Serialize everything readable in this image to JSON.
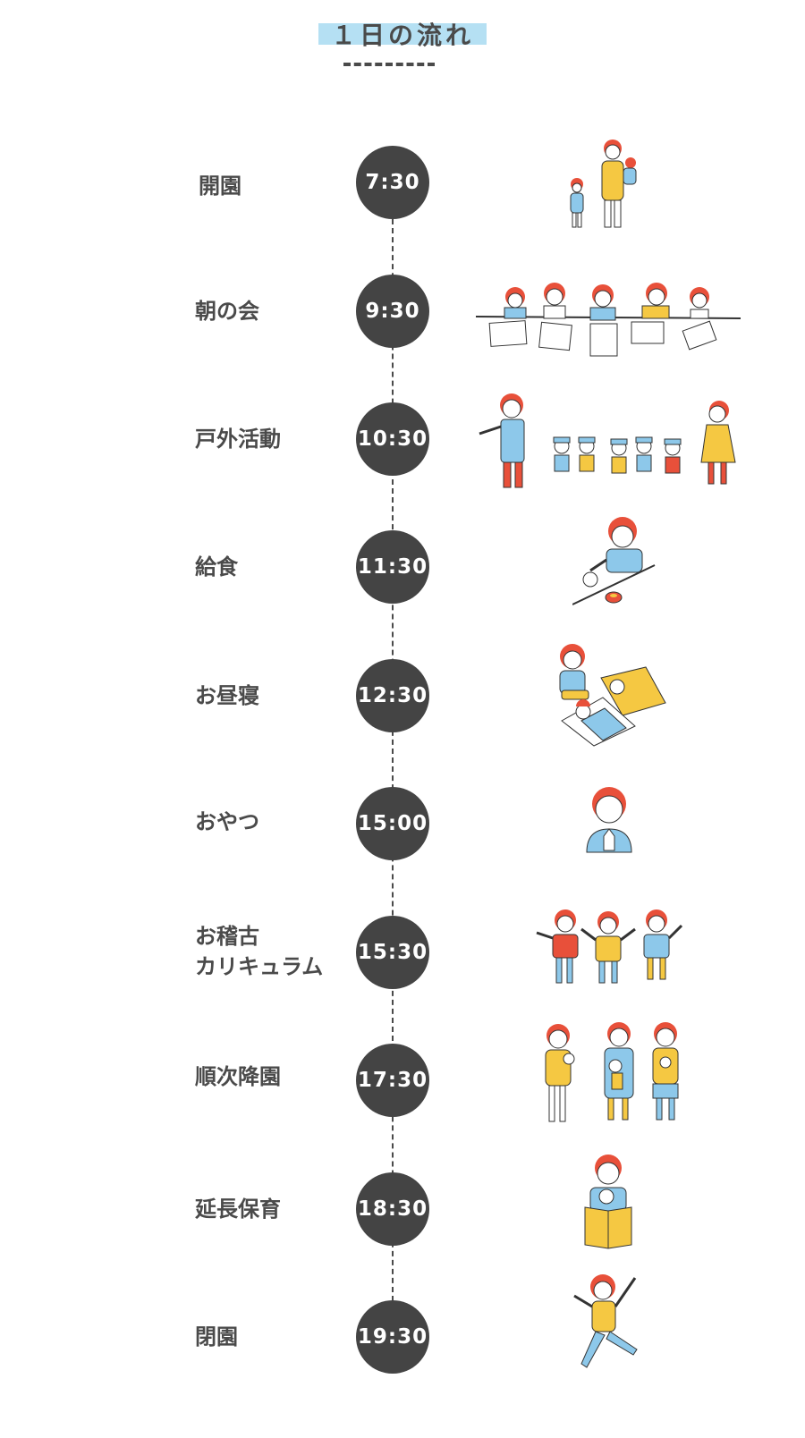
{
  "title": "１日の流れ",
  "schedule": [
    {
      "label": "開園",
      "time": "7:30",
      "illustration": "teacher-holding-child-with-toddler"
    },
    {
      "label": "朝の会",
      "time": "9:30",
      "illustration": "children-drawing-at-table"
    },
    {
      "label": "戸外活動",
      "time": "10:30",
      "illustration": "children-walking-in-line"
    },
    {
      "label": "給食",
      "time": "11:30",
      "illustration": "teacher-feeding-child"
    },
    {
      "label": "お昼寝",
      "time": "12:30",
      "illustration": "children-napping-on-futons"
    },
    {
      "label": "おやつ",
      "time": "15:00",
      "illustration": "child-with-hands-together"
    },
    {
      "label": "お稽古\nカリキュラム",
      "time": "15:30",
      "illustration": "children-exercising"
    },
    {
      "label": "順次降園",
      "time": "17:30",
      "illustration": "parents-holding-children"
    },
    {
      "label": "延長保育",
      "time": "18:30",
      "illustration": "teacher-reading-book"
    },
    {
      "label": "閉園",
      "time": "19:30",
      "illustration": "child-jumping"
    }
  ],
  "colors": {
    "dark": "#444444",
    "accent_blue": "#b5e0f3",
    "red": "#e8503a",
    "yellow": "#f5c842",
    "blue": "#8dc8ea"
  }
}
